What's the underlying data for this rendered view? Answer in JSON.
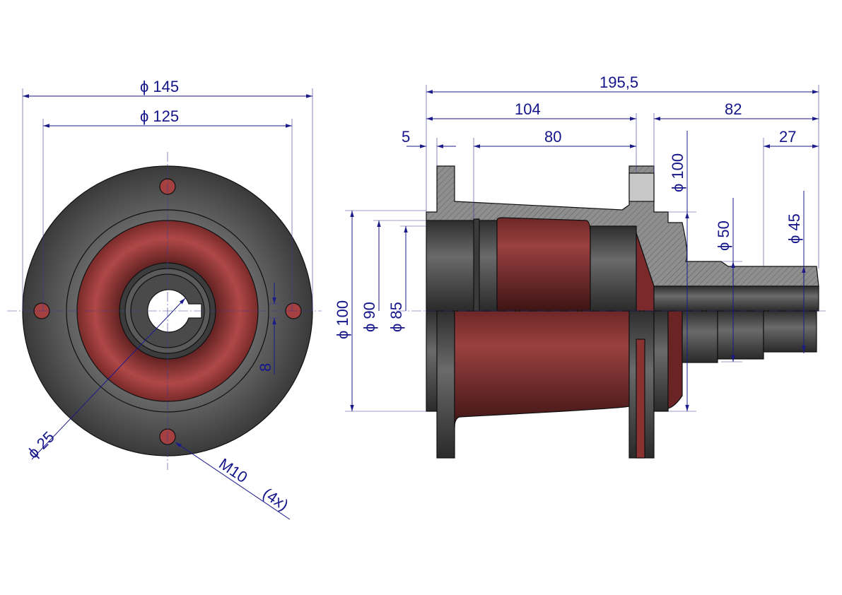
{
  "front_view": {
    "outer_diameter": "ϕ 145",
    "bolt_circle_diameter": "ϕ 125",
    "bore_diameter": "ϕ 25",
    "bolt_thread": "M10",
    "bolt_count": "(4x)",
    "keyway_width": "8"
  },
  "side_view": {
    "overall_length": "195,5",
    "body_length": "104",
    "shaft_length": "82",
    "flange_offset": "5",
    "bearing_span": "80",
    "shaft_end": "27",
    "outer_bore_diameter": "ϕ 100",
    "flange_diameter_right": "ϕ 100",
    "bearing_diameter_90": "ϕ 90",
    "bearing_diameter_85": "ϕ 85",
    "shaft_diameter_50": "ϕ 50",
    "shaft_diameter_45": "ϕ 45"
  },
  "colors": {
    "dimension": "#1b1b8a",
    "metal": "#4a4a4a",
    "paint": "#8a3434"
  }
}
